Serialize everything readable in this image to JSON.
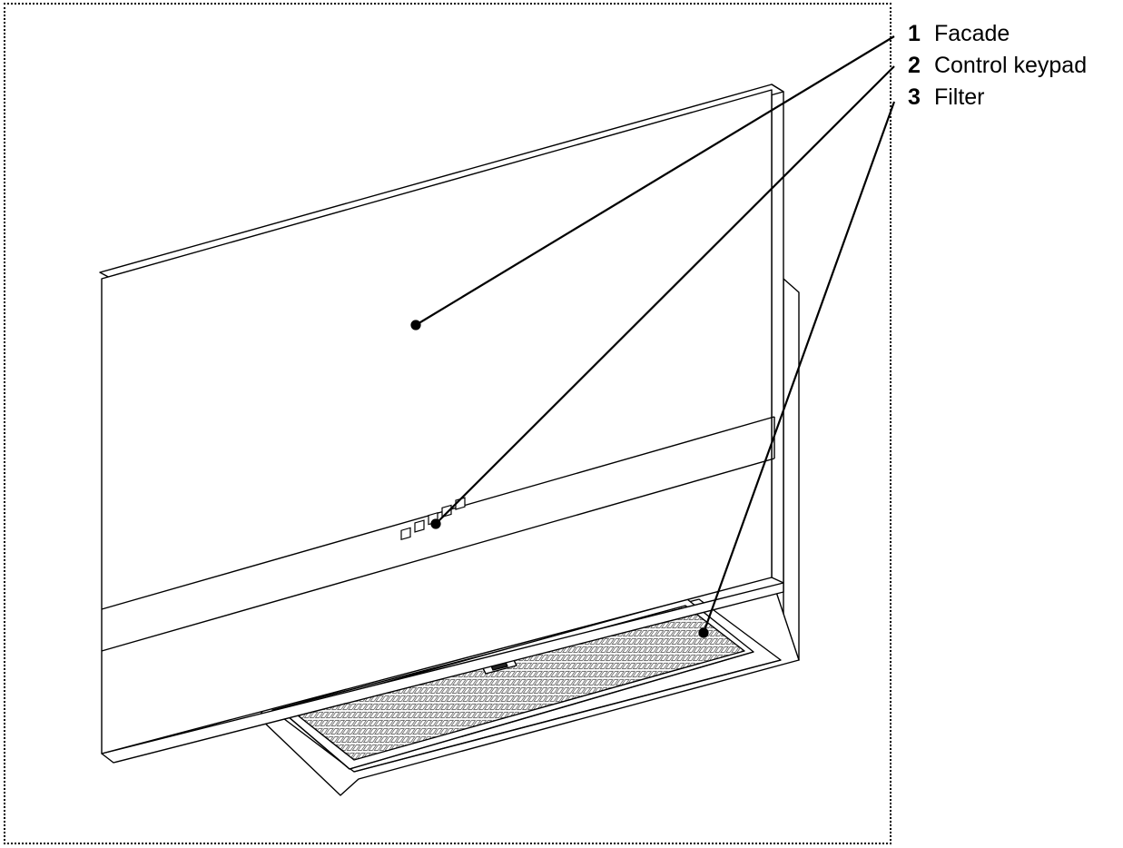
{
  "legend": [
    {
      "number": "1",
      "label": "Facade"
    },
    {
      "number": "2",
      "label": "Control keypad"
    },
    {
      "number": "3",
      "label": "Filter"
    }
  ],
  "colors": {
    "stroke": "#000000",
    "background": "#ffffff",
    "filter_fill": "#8f8f8f"
  }
}
